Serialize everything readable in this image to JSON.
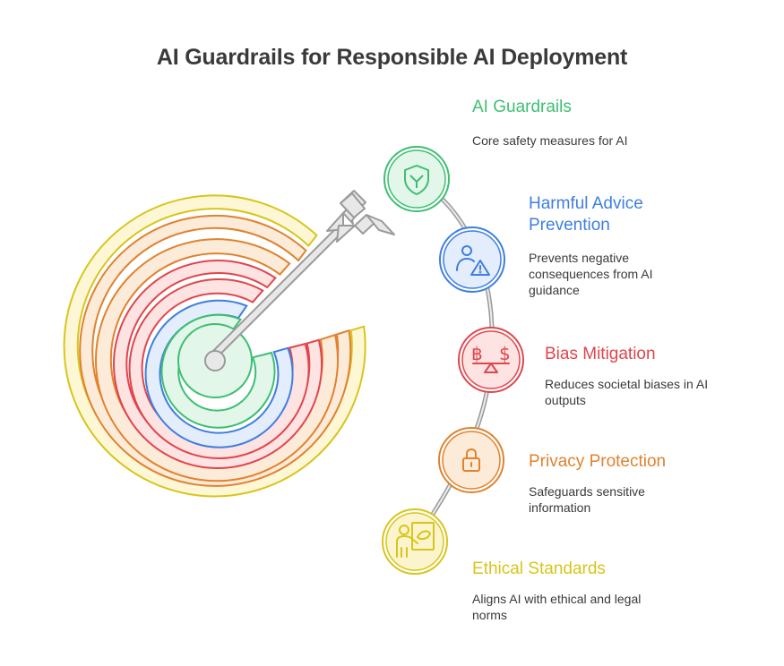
{
  "title": "AI Guardrails for Responsible AI Deployment",
  "items": [
    {
      "title": "AI Guardrails",
      "description": "Core safety measures for AI",
      "color": "#3dbf72",
      "icon": "shield-icon"
    },
    {
      "title": "Harmful Advice Prevention",
      "description": "Prevents negative consequences from AI guidance",
      "color": "#3f7ee0",
      "icon": "user-warning-icon"
    },
    {
      "title": "Bias Mitigation",
      "description": "Reduces societal biases in AI outputs",
      "color": "#e0454c",
      "icon": "balance-scale-icon"
    },
    {
      "title": "Privacy Protection",
      "description": "Safeguards sensitive information",
      "color": "#e0822e",
      "icon": "padlock-icon"
    },
    {
      "title": "Ethical Standards",
      "description": "Aligns AI with ethical and legal norms",
      "color": "#d8c51c",
      "icon": "presenter-board-icon"
    }
  ]
}
